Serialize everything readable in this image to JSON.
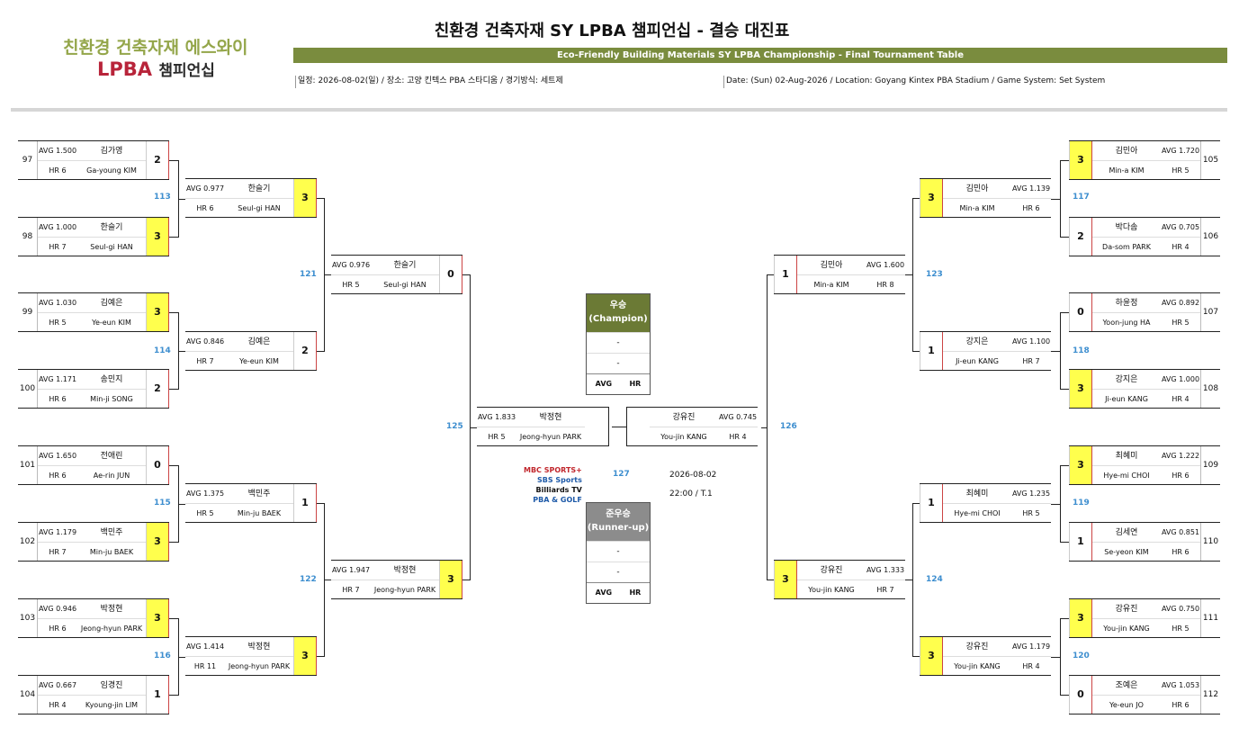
{
  "header": {
    "logo_line1": "친환경 건축자재 에스와이",
    "logo_lpba": "LPBA",
    "logo_champ": "챔피언십",
    "title": "친환경 건축자재 SY LPBA 챔피언십 - 결승 대진표",
    "subtitle": "Eco-Friendly Building Materials SY LPBA Championship - Final Tournament Table",
    "info_kr": "일정: 2026-08-02(일) / 장소: 고양 킨텍스 PBA 스타디움 / 경기방식: 세트제",
    "info_en": "Date: (Sun) 02-Aug-2026 / Location: Goyang Kintex PBA Stadium / Game System: Set System"
  },
  "r1_left": [
    {
      "seed": "97",
      "avg": "AVG 1.500",
      "kr": "김가영",
      "hr": "HR 6",
      "en": "Ga-young KIM",
      "score": "2",
      "win": false
    },
    {
      "seed": "98",
      "avg": "AVG 1.000",
      "kr": "한슬기",
      "hr": "HR 7",
      "en": "Seul-gi HAN",
      "score": "3",
      "win": true
    },
    {
      "seed": "99",
      "avg": "AVG 1.030",
      "kr": "김예은",
      "hr": "HR 5",
      "en": "Ye-eun KIM",
      "score": "3",
      "win": true
    },
    {
      "seed": "100",
      "avg": "AVG 1.171",
      "kr": "송민지",
      "hr": "HR 6",
      "en": "Min-ji SONG",
      "score": "2",
      "win": false
    },
    {
      "seed": "101",
      "avg": "AVG 1.650",
      "kr": "전애린",
      "hr": "HR 6",
      "en": "Ae-rin JUN",
      "score": "0",
      "win": false
    },
    {
      "seed": "102",
      "avg": "AVG 1.179",
      "kr": "백민주",
      "hr": "HR 7",
      "en": "Min-ju BAEK",
      "score": "3",
      "win": true
    },
    {
      "seed": "103",
      "avg": "AVG 0.946",
      "kr": "박정현",
      "hr": "HR 6",
      "en": "Jeong-hyun PARK",
      "score": "3",
      "win": true
    },
    {
      "seed": "104",
      "avg": "AVG 0.667",
      "kr": "임경진",
      "hr": "HR 4",
      "en": "Kyoung-jin LIM",
      "score": "1",
      "win": false
    }
  ],
  "r1_right": [
    {
      "seed": "105",
      "avg": "AVG 1.720",
      "kr": "김민아",
      "hr": "HR 5",
      "en": "Min-a KIM",
      "score": "3",
      "win": true
    },
    {
      "seed": "106",
      "avg": "AVG 0.705",
      "kr": "박다솜",
      "hr": "HR 4",
      "en": "Da-som PARK",
      "score": "2",
      "win": false
    },
    {
      "seed": "107",
      "avg": "AVG 0.892",
      "kr": "하윤정",
      "hr": "HR 5",
      "en": "Yoon-jung HA",
      "score": "0",
      "win": false
    },
    {
      "seed": "108",
      "avg": "AVG 1.000",
      "kr": "강지은",
      "hr": "HR 4",
      "en": "Ji-eun KANG",
      "score": "3",
      "win": true
    },
    {
      "seed": "109",
      "avg": "AVG 1.222",
      "kr": "최혜미",
      "hr": "HR 6",
      "en": "Hye-mi CHOI",
      "score": "3",
      "win": true
    },
    {
      "seed": "110",
      "avg": "AVG 0.851",
      "kr": "김세연",
      "hr": "HR 6",
      "en": "Se-yeon KIM",
      "score": "1",
      "win": false
    },
    {
      "seed": "111",
      "avg": "AVG 0.750",
      "kr": "강유진",
      "hr": "HR 5",
      "en": "You-jin KANG",
      "score": "3",
      "win": true
    },
    {
      "seed": "112",
      "avg": "AVG 1.053",
      "kr": "조예은",
      "hr": "HR 6",
      "en": "Ye-eun JO",
      "score": "0",
      "win": false
    }
  ],
  "r2_left": [
    {
      "avg": "AVG 0.977",
      "kr": "한슬기",
      "hr": "HR 6",
      "en": "Seul-gi HAN",
      "score": "3",
      "win": true
    },
    {
      "avg": "AVG 0.846",
      "kr": "김예은",
      "hr": "HR 7",
      "en": "Ye-eun KIM",
      "score": "2",
      "win": false
    },
    {
      "avg": "AVG 1.375",
      "kr": "백민주",
      "hr": "HR 5",
      "en": "Min-ju BAEK",
      "score": "1",
      "win": false
    },
    {
      "avg": "AVG 1.414",
      "kr": "박정현",
      "hr": "HR 11",
      "en": "Jeong-hyun PARK",
      "score": "3",
      "win": true
    }
  ],
  "r2_right": [
    {
      "avg": "AVG 1.139",
      "kr": "김민아",
      "hr": "HR 6",
      "en": "Min-a KIM",
      "score": "3",
      "win": true
    },
    {
      "avg": "AVG 1.100",
      "kr": "강지은",
      "hr": "HR 7",
      "en": "Ji-eun KANG",
      "score": "1",
      "win": false
    },
    {
      "avg": "AVG 1.235",
      "kr": "최혜미",
      "hr": "HR 5",
      "en": "Hye-mi CHOI",
      "score": "1",
      "win": false
    },
    {
      "avg": "AVG 1.179",
      "kr": "강유진",
      "hr": "HR 4",
      "en": "You-jin KANG",
      "score": "3",
      "win": true
    }
  ],
  "r3_left": [
    {
      "avg": "AVG 0.976",
      "kr": "한슬기",
      "hr": "HR 5",
      "en": "Seul-gi HAN",
      "score": "0",
      "win": false
    },
    {
      "avg": "AVG 1.947",
      "kr": "박정현",
      "hr": "HR 7",
      "en": "Jeong-hyun PARK",
      "score": "3",
      "win": true
    }
  ],
  "r3_right": [
    {
      "avg": "AVG 1.600",
      "kr": "김민아",
      "hr": "HR 8",
      "en": "Min-a KIM",
      "score": "1",
      "win": false
    },
    {
      "avg": "AVG 1.333",
      "kr": "강유진",
      "hr": "HR 7",
      "en": "You-jin KANG",
      "score": "3",
      "win": true
    }
  ],
  "final_left": {
    "avg": "AVG 1.833",
    "kr": "박정현",
    "hr": "HR 5",
    "en": "Jeong-hyun PARK"
  },
  "final_right": {
    "avg": "AVG 0.745",
    "kr": "강유진",
    "hr": "HR 4",
    "en": "You-jin KANG"
  },
  "match_numbers": {
    "m113": "113",
    "m114": "114",
    "m115": "115",
    "m116": "116",
    "m117": "117",
    "m118": "118",
    "m119": "119",
    "m120": "120",
    "m121": "121",
    "m122": "122",
    "m123": "123",
    "m124": "124",
    "m125": "125",
    "m126": "126",
    "m127": "127"
  },
  "champion": {
    "title1": "우승",
    "title2": "(Champion)",
    "name_kr": "-",
    "name_en": "-",
    "avg": "AVG",
    "hr": "HR"
  },
  "runnerup": {
    "title1": "준우승",
    "title2": "(Runner-up)",
    "name_kr": "-",
    "name_en": "-",
    "avg": "AVG",
    "hr": "HR"
  },
  "final_info": {
    "date": "2026-08-02",
    "time": "22:00 / T.1"
  },
  "broadcast": [
    "MBC SPORTS+",
    "SBS Sports",
    "Billiards TV",
    "PBA & GOLF"
  ],
  "colors": {
    "win": "#ffff4d",
    "green": "#7a8c3e",
    "matchnum": "#3d8ecf"
  }
}
